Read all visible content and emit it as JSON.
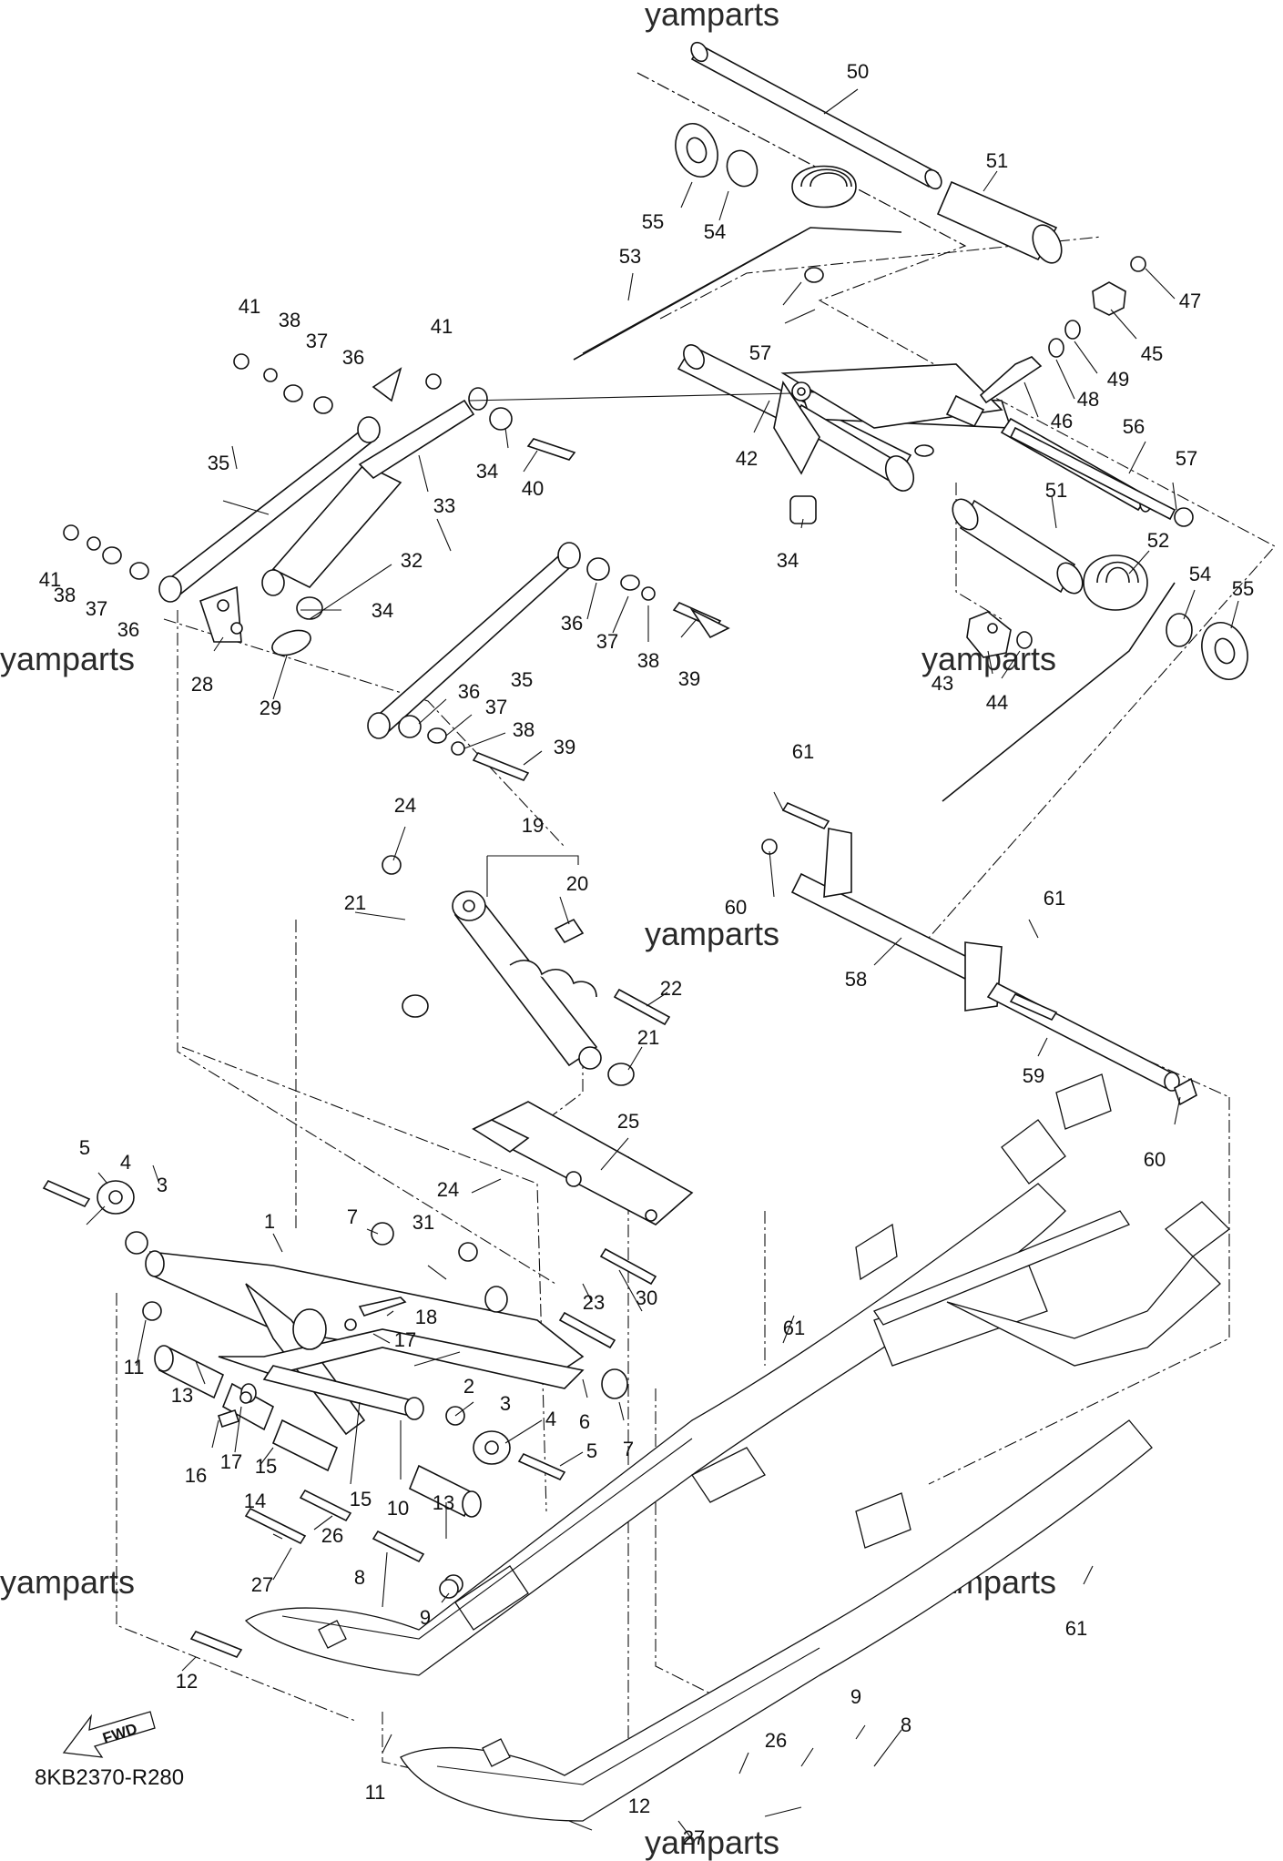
{
  "diagram": {
    "code": "8KB2370-R280",
    "direction_label": "FWD",
    "watermark": "yamparts",
    "callouts": [
      "1",
      "2",
      "3",
      "4",
      "5",
      "6",
      "7",
      "8",
      "9",
      "10",
      "11",
      "12",
      "13",
      "14",
      "15",
      "16",
      "17",
      "18",
      "19",
      "20",
      "21",
      "22",
      "23",
      "24",
      "25",
      "26",
      "27",
      "28",
      "29",
      "30",
      "31",
      "32",
      "33",
      "34",
      "35",
      "36",
      "37",
      "38",
      "39",
      "40",
      "41",
      "42",
      "43",
      "44",
      "45",
      "46",
      "47",
      "48",
      "49",
      "50",
      "51",
      "52",
      "53",
      "54",
      "55",
      "56",
      "57",
      "58",
      "59",
      "60",
      "61"
    ]
  }
}
